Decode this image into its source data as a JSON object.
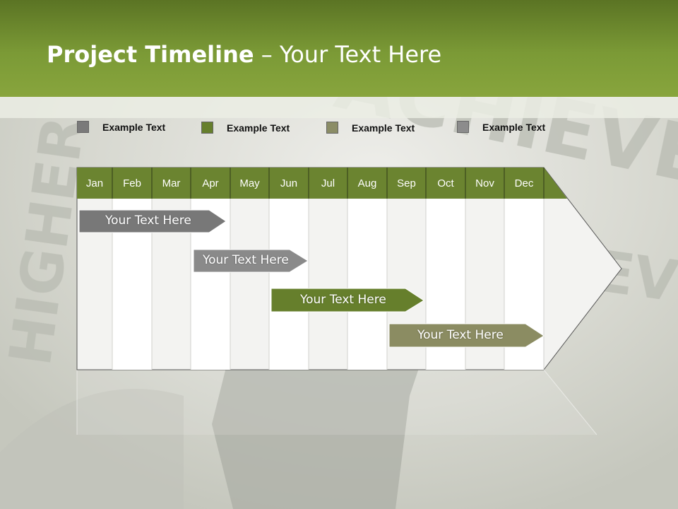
{
  "slide": {
    "title_bold": "Project Timeline",
    "title_rest": " – Your Text Here"
  },
  "legend": [
    {
      "label": "Example Text",
      "color": "#7a7a7a"
    },
    {
      "label": "Example Text",
      "color": "#667f2c"
    },
    {
      "label": "Example Text",
      "color": "#8b8d66"
    },
    {
      "label": "Example Text",
      "color": "#8c8c8c"
    }
  ],
  "months": [
    "Jan",
    "Feb",
    "Mar",
    "Apr",
    "May",
    "Jun",
    "Jul",
    "Aug",
    "Sep",
    "Oct",
    "Nov",
    "Dec"
  ],
  "bars": [
    {
      "label": "Your  Text Here",
      "color": "#787878"
    },
    {
      "label": "Your  Text Here",
      "color": "#8a8a8a"
    },
    {
      "label": "Your  Text Here",
      "color": "#667f2c"
    },
    {
      "label": "Your  Text Here",
      "color": "#8b8c62"
    }
  ],
  "background_text": [
    "HIGHER",
    "ACHIEVE",
    "EVER"
  ],
  "colors": {
    "header_green": "#6f8c2f",
    "month_header": "#6b8430"
  }
}
